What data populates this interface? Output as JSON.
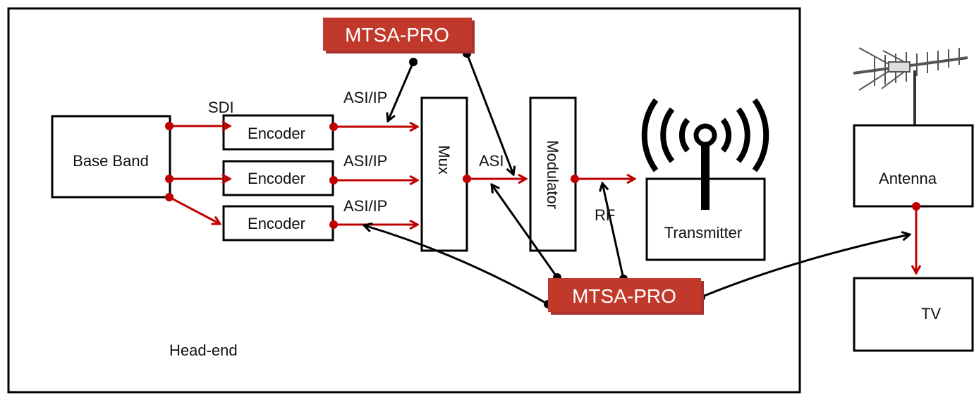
{
  "diagram": {
    "region_label": "Head-end",
    "base_band": "Base Band",
    "encoders": [
      "Encoder",
      "Encoder",
      "Encoder"
    ],
    "mux": "Mux",
    "modulator": "Modulator",
    "transmitter": "Transmitter",
    "antenna": "Antenna",
    "tv": "TV",
    "monitor_top": "MTSA-PRO",
    "monitor_bottom": "MTSA-PRO",
    "link_labels": {
      "sdi": "SDI",
      "asi_ip_1": "ASI/IP",
      "asi_ip_2": "ASI/IP",
      "asi_ip_3": "ASI/IP",
      "asi": "ASI",
      "rf": "RF"
    }
  },
  "colors": {
    "signal_arrow": "#c00000",
    "monitor_arrow": "#000000",
    "monitor_box": "#c0392b"
  },
  "icons": [
    "wireless-broadcast-icon",
    "yagi-antenna-icon"
  ]
}
